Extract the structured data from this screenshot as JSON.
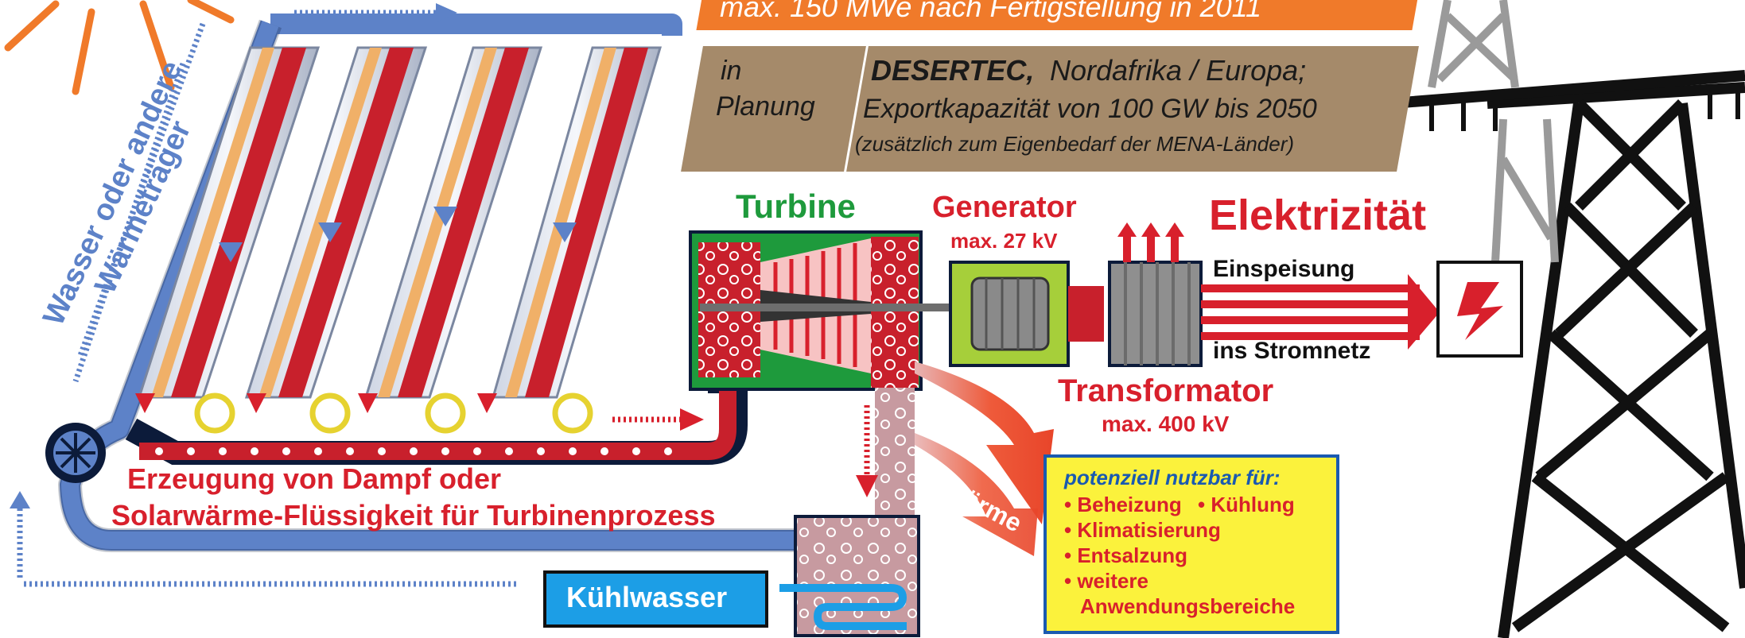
{
  "banner": {
    "top_text": "max. 150 MWe nach Fertigstellung in 2011",
    "status_line1": "in",
    "status_line2": "Planung",
    "project_name": "DESERTEC,",
    "project_region": "Nordafrika / Europa;",
    "capacity": "Exportkapazität von 100 GW bis 2050",
    "note": "(zusätzlich zum Eigenbedarf der MENA-Länder)"
  },
  "labels": {
    "carrier_line1": "Wasser oder andere",
    "carrier_line2": "Wärmeträger",
    "turbine": "Turbine",
    "generator": "Generator",
    "generator_voltage": "max. 27 kV",
    "electricity": "Elektrizität",
    "feed_in": "Einspeisung",
    "grid": "ins Stromnetz",
    "transformer": "Transformator",
    "transformer_voltage": "max. 400 kV",
    "waste_heat": "Abwärme",
    "steam_line1": "Erzeugung von Dampf oder",
    "steam_line2": "Solarwärme-Flüssigkeit für Turbinenprozess",
    "cooling_water": "Kühlwasser"
  },
  "uses": {
    "heading": "potenziell nutzbar für:",
    "item1": "• Beheizung",
    "item2": "• Kühlung",
    "item3": "• Klimatisierung",
    "item4": "• Entsalzung",
    "item5a": "• weitere",
    "item5b": "Anwendungsbereiche"
  },
  "colors": {
    "orange": "#f07a2a",
    "brown": "#a58a6a",
    "red": "#d8202c",
    "green": "#1e9a3c",
    "blue": "#5d82c8",
    "lime": "#a6cf3a",
    "yellow": "#fbf23c",
    "cooling_blue": "#1c9ee6"
  }
}
